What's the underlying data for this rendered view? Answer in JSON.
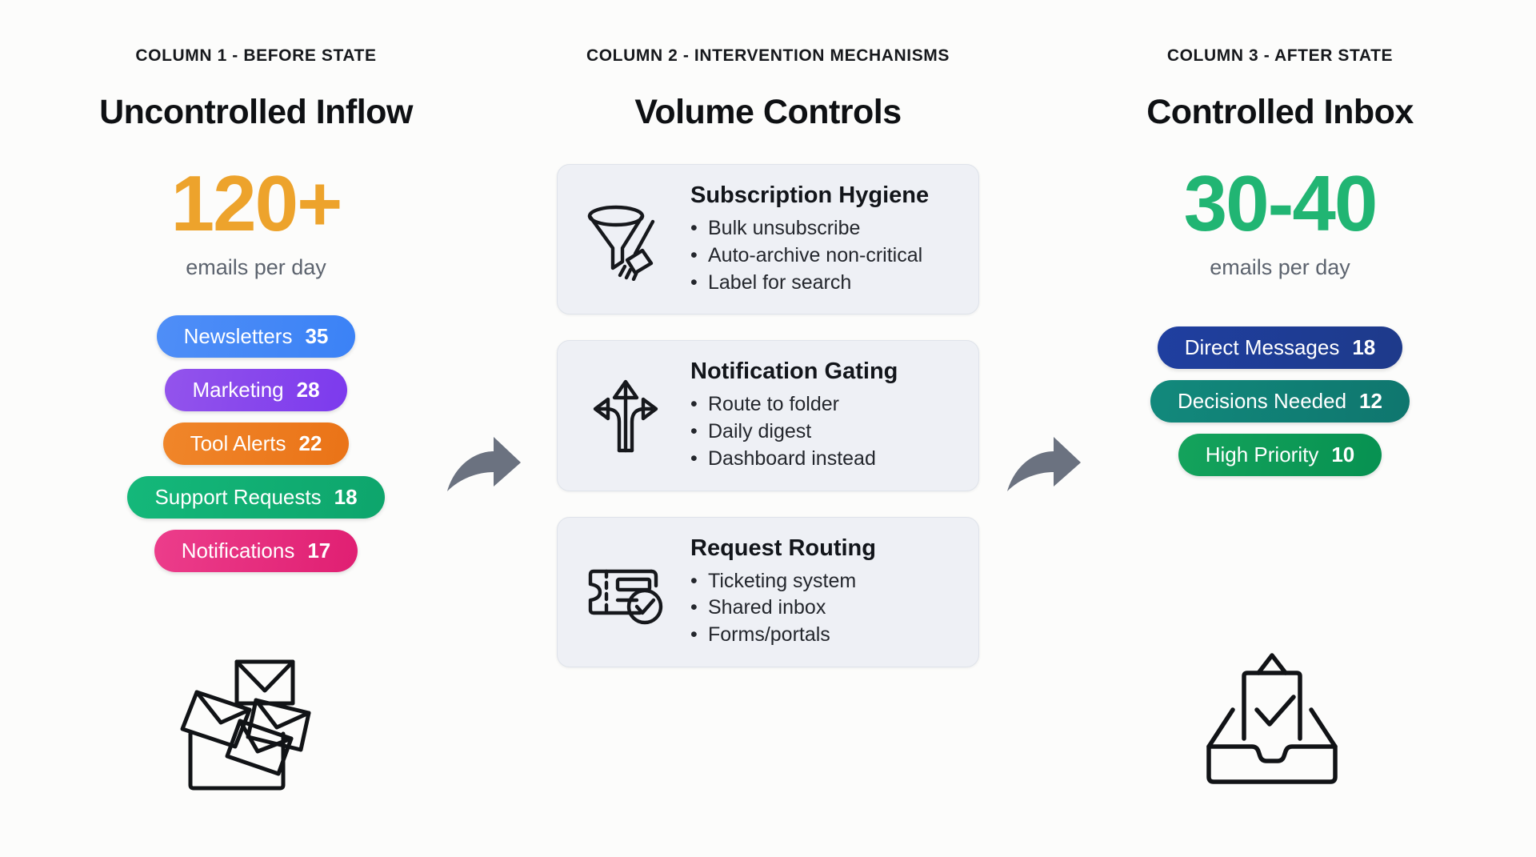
{
  "columns": [
    {
      "kicker": "COLUMN 1 - BEFORE STATE",
      "title": "Uncontrolled Inflow",
      "metric": "120+",
      "metric_color": "#eda32c",
      "metric_sub": "emails per day",
      "bottom_icon": "messy-envelope-pile-icon",
      "pills": [
        {
          "label": "Newsletters",
          "count": "35",
          "color": "#3b82f6"
        },
        {
          "label": "Marketing",
          "count": "28",
          "color": "#7c3aed"
        },
        {
          "label": "Tool Alerts",
          "count": "22",
          "color": "#ea7317"
        },
        {
          "label": "Support Requests",
          "count": "18",
          "color": "#0ea56c"
        },
        {
          "label": "Notifications",
          "count": "17",
          "color": "#e01f72"
        }
      ]
    },
    {
      "kicker": "COLUMN 2 - INTERVENTION MECHANISMS",
      "title": "Volume Controls",
      "cards": [
        {
          "icon": "funnel-broom-icon",
          "title": "Subscription Hygiene",
          "items": [
            "Bulk unsubscribe",
            "Auto-archive non-critical",
            "Label for search"
          ]
        },
        {
          "icon": "three-way-arrow-icon",
          "title": "Notification Gating",
          "items": [
            "Route to folder",
            "Daily digest",
            "Dashboard instead"
          ]
        },
        {
          "icon": "ticket-check-icon",
          "title": "Request Routing",
          "items": [
            "Ticketing system",
            "Shared inbox",
            "Forms/portals"
          ]
        }
      ]
    },
    {
      "kicker": "COLUMN 3 - AFTER STATE",
      "title": "Controlled Inbox",
      "metric": "30-40",
      "metric_color": "#21b573",
      "metric_sub": "emails per day",
      "bottom_icon": "inbox-check-icon",
      "pills": [
        {
          "label": "Direct Messages",
          "count": "18",
          "color": "#1e3a8a"
        },
        {
          "label": "Decisions Needed",
          "count": "12",
          "color": "#0f766e"
        },
        {
          "label": "High Priority",
          "count": "10",
          "color": "#079151"
        }
      ]
    }
  ],
  "connectors": [
    {
      "name": "arrow-col1-to-col2",
      "color": "#6b7280"
    },
    {
      "name": "arrow-col2-to-col3",
      "color": "#6b7280"
    }
  ],
  "theme": {
    "background": "#fcfcfb",
    "card_background": "#eef0f5",
    "card_border": "#dfe3ea",
    "text_primary": "#0e1013",
    "text_muted": "#5c636e"
  }
}
